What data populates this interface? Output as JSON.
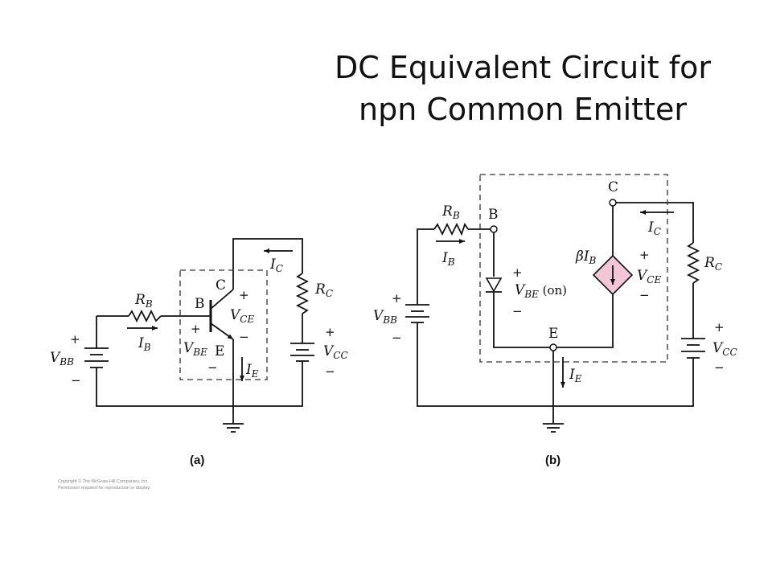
{
  "title": {
    "line1": "DC Equivalent Circuit for",
    "line2": "npn Common Emitter"
  },
  "circuit_a": {
    "caption": "(a)",
    "rb": {
      "main": "R",
      "sub": "B"
    },
    "rc": {
      "main": "R",
      "sub": "C"
    },
    "ib": {
      "main": "I",
      "sub": "B"
    },
    "ic": {
      "main": "I",
      "sub": "C"
    },
    "ie": {
      "main": "I",
      "sub": "E"
    },
    "vbb": {
      "main": "V",
      "sub": "BB"
    },
    "vcc": {
      "main": "V",
      "sub": "CC"
    },
    "vce": {
      "main": "V",
      "sub": "CE"
    },
    "vbe": {
      "main": "V",
      "sub": "BE"
    },
    "node_b": "B",
    "node_c": "C",
    "node_e": "E",
    "plus": "+",
    "minus": "−"
  },
  "circuit_b": {
    "caption": "(b)",
    "rb": {
      "main": "R",
      "sub": "B"
    },
    "rc": {
      "main": "R",
      "sub": "C"
    },
    "ib": {
      "main": "I",
      "sub": "B"
    },
    "ic": {
      "main": "I",
      "sub": "C"
    },
    "ie": {
      "main": "I",
      "sub": "E"
    },
    "vbb": {
      "main": "V",
      "sub": "BB"
    },
    "vcc": {
      "main": "V",
      "sub": "CC"
    },
    "vce": {
      "main": "V",
      "sub": "CE"
    },
    "vbe": {
      "main": "V",
      "sub": "BE",
      "suffix": " (on)"
    },
    "source": {
      "main": "βI",
      "sub": "B"
    },
    "node_b": "B",
    "node_c": "C",
    "node_e": "E",
    "plus": "+",
    "minus": "−"
  },
  "copyright": {
    "line1": "Copyright © The McGraw-Hill Companies, Inc.",
    "line2": "Permission required for reproduction or display."
  },
  "colors": {
    "source_fill": "#f2c6d6",
    "wire": "#111111"
  }
}
